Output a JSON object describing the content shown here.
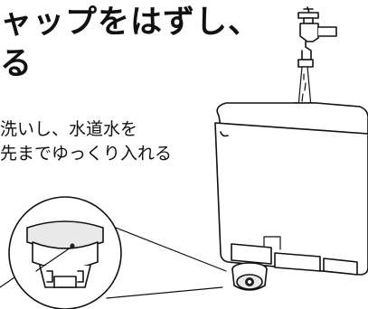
{
  "instruction": {
    "heading_lines": [
      "ャップをはずし、",
      "る"
    ],
    "body_lines": [
      "洗いし、水道水を",
      "先までゆっくり入れる"
    ]
  },
  "icons": [
    "faucet-icon",
    "water-stream",
    "water-tank",
    "tank-cap",
    "cap-detail-magnifier"
  ]
}
